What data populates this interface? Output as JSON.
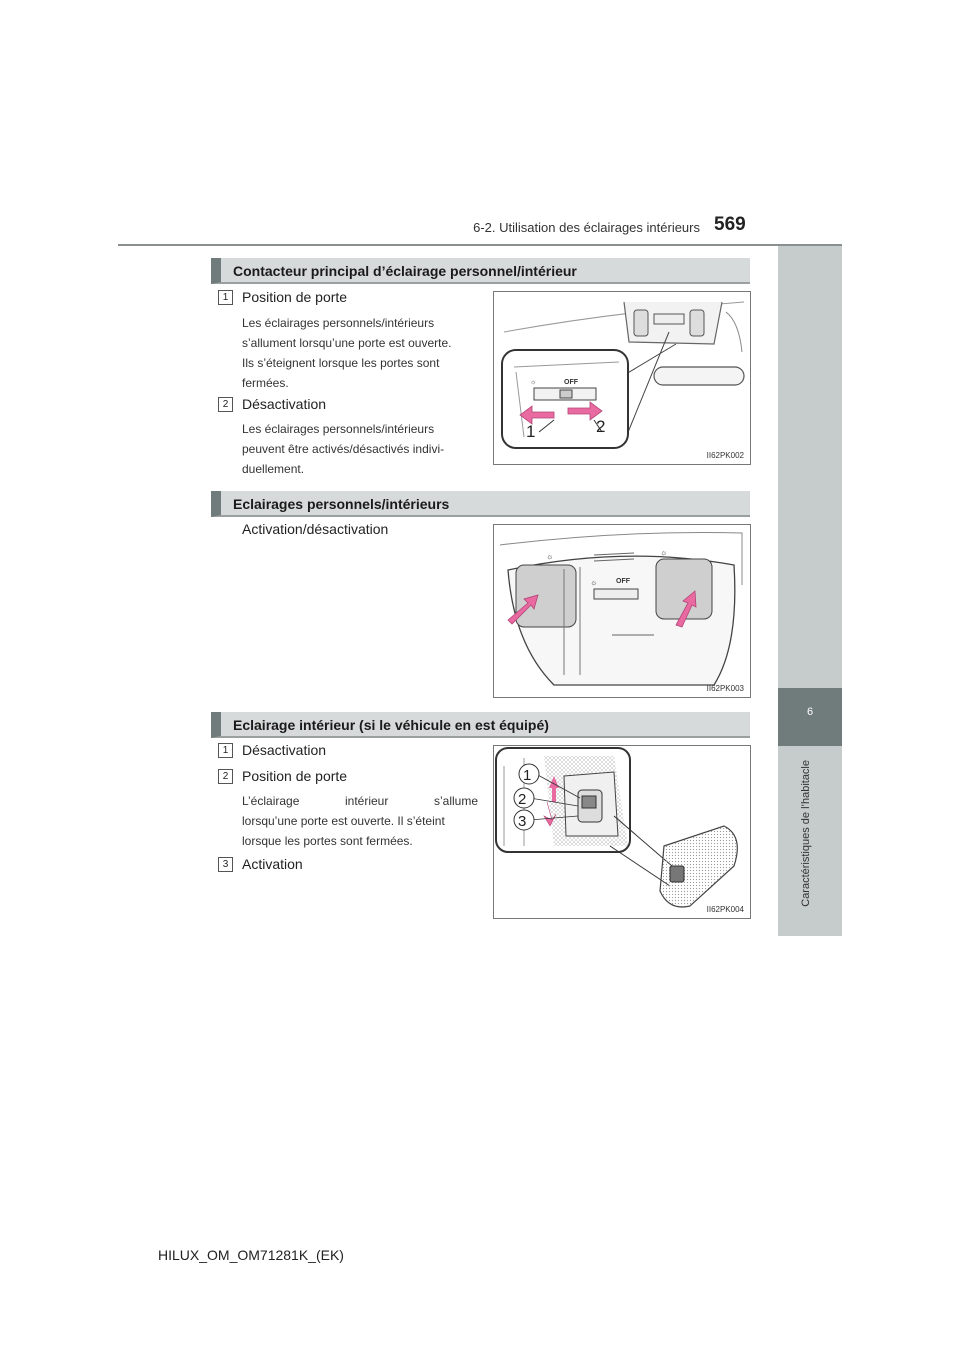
{
  "header": {
    "section_title": "6-2. Utilisation des éclairages intérieurs",
    "page_number": "569"
  },
  "side_tab": {
    "chapter_number": "6",
    "chapter_title": "Caractéristiques de l’habitacle"
  },
  "sections": [
    {
      "title": "Contacteur principal d’éclairage personnel/intérieur",
      "items": [
        {
          "num": "1",
          "label": "Position de porte",
          "desc_lines": [
            "Les éclairages personnels/intérieurs",
            "s’allument lorsqu’une porte est ouverte.",
            "Ils s’éteignent lorsque les portes sont",
            "fermées."
          ]
        },
        {
          "num": "2",
          "label": "Désactivation",
          "desc_lines": [
            "Les éclairages personnels/intérieurs",
            "peuvent être activés/désactivés indivi-",
            "duellement."
          ]
        }
      ],
      "figure": {
        "id": "II62PK002",
        "callouts": [
          "1",
          "2"
        ],
        "switch_label": "OFF"
      }
    },
    {
      "title": "Eclairages personnels/intérieurs",
      "text": "Activation/désactivation",
      "figure": {
        "id": "II62PK003",
        "switch_label": "OFF"
      }
    },
    {
      "title": "Eclairage intérieur (si le véhicule en est équipé)",
      "items": [
        {
          "num": "1",
          "label": "Désactivation"
        },
        {
          "num": "2",
          "label": "Position de porte",
          "desc_lines": [
            "L’éclairage intérieur s’allume",
            "lorsqu’une porte est ouverte. Il s’éteint",
            "lorsque les portes sont fermées."
          ]
        },
        {
          "num": "3",
          "label": "Activation"
        }
      ],
      "figure": {
        "id": "II62PK004",
        "callouts": [
          "1",
          "2",
          "3"
        ]
      }
    }
  ],
  "footer": {
    "code": "HILUX_OM_OM71281K_(EK)"
  },
  "colors": {
    "tab_dark": "#707b7b",
    "tab_light": "#c6cbcb",
    "section_bg": "#d7dada",
    "arrow": "#e96aa0"
  }
}
